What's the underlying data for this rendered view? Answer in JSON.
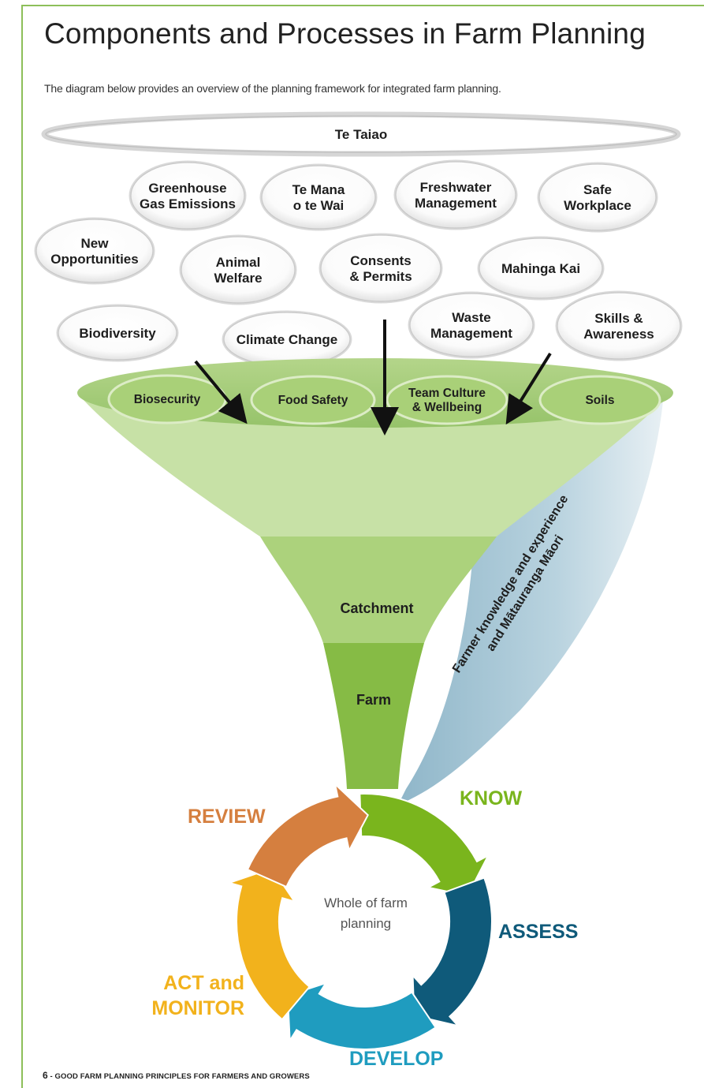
{
  "header": {
    "title": "Components and Processes in Farm Planning",
    "subtitle": "The diagram below provides an overview of the planning framework for integrated farm planning."
  },
  "top_ring": {
    "label": "Te Taiao"
  },
  "components": [
    {
      "lines": [
        "Greenhouse",
        "Gas Emissions"
      ]
    },
    {
      "lines": [
        "Te Mana",
        "o te Wai"
      ]
    },
    {
      "lines": [
        "Freshwater",
        "Management"
      ]
    },
    {
      "lines": [
        "Safe",
        "Workplace"
      ]
    },
    {
      "lines": [
        "New",
        "Opportunities"
      ]
    },
    {
      "lines": [
        "Animal",
        "Welfare"
      ]
    },
    {
      "lines": [
        "Consents",
        "& Permits"
      ]
    },
    {
      "lines": [
        "Mahinga Kai"
      ]
    },
    {
      "lines": [
        "Biodiversity"
      ]
    },
    {
      "lines": [
        "Climate Change"
      ]
    },
    {
      "lines": [
        "Waste",
        "Management"
      ]
    },
    {
      "lines": [
        "Skills &",
        "Awareness"
      ]
    }
  ],
  "funnel": {
    "rim_items": [
      {
        "lines": [
          "Biosecurity"
        ]
      },
      {
        "lines": [
          "Food Safety"
        ]
      },
      {
        "lines": [
          "Team Culture",
          "& Wellbeing"
        ]
      },
      {
        "lines": [
          "Soils"
        ]
      }
    ],
    "middle_label": "Catchment",
    "bottom_label": "Farm",
    "side_band": {
      "lines": [
        "Farmer knowledge and experience",
        "and Mātauranga Māori"
      ]
    }
  },
  "cycle": {
    "center": [
      "Whole of farm",
      "planning"
    ],
    "stages": {
      "know": "KNOW",
      "assess": "ASSESS",
      "develop": "DEVELOP",
      "act": [
        "ACT and",
        "MONITOR"
      ],
      "review": "REVIEW"
    },
    "colors": {
      "know": "#7ab51d",
      "assess": "#0f5a7a",
      "develop": "#1f9cbf",
      "act": "#f2b21c",
      "review": "#d57f3f"
    }
  },
  "footer": {
    "page_number": "6",
    "text": "GOOD FARM PLANNING PRINCIPLES FOR FARMERS AND GROWERS"
  }
}
